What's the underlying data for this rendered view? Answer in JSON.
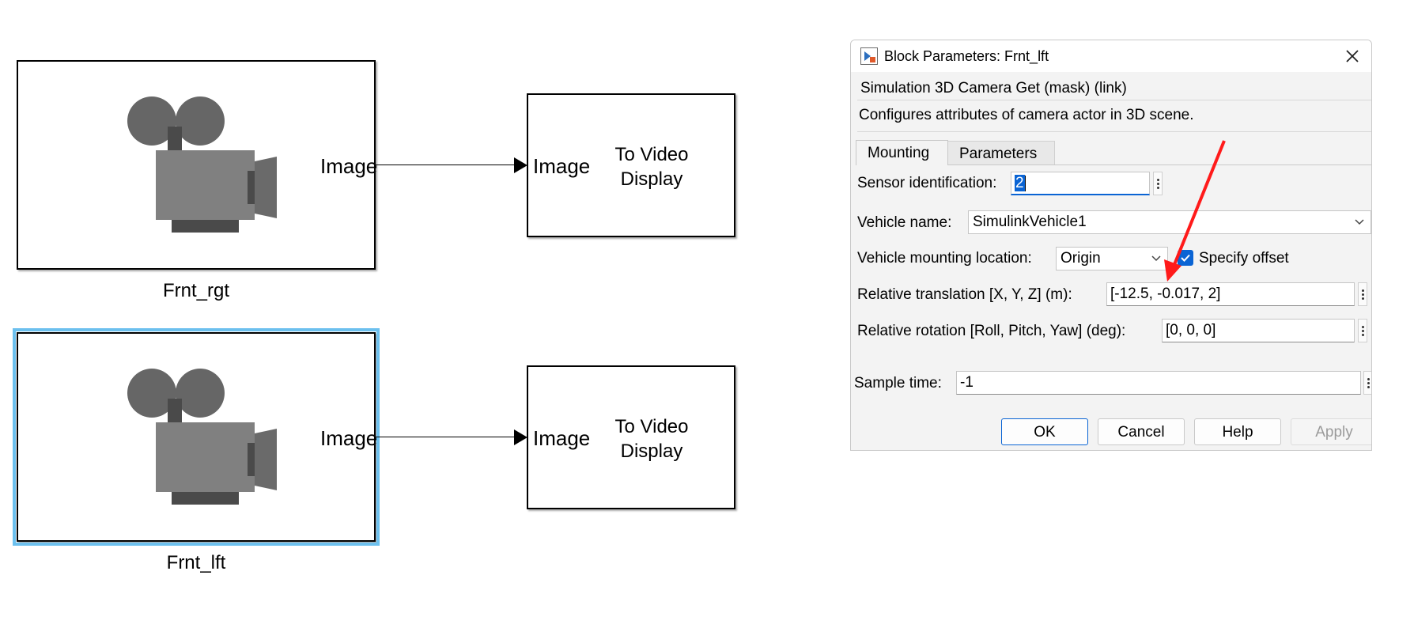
{
  "diagram": {
    "blocks": [
      {
        "name": "Frnt_rgt",
        "output_port": "Image",
        "selected": false
      },
      {
        "name": "Frnt_lft",
        "output_port": "Image",
        "selected": true
      }
    ],
    "displays": [
      {
        "input_port": "Image",
        "title_line1": "To Video",
        "title_line2": "Display"
      },
      {
        "input_port": "Image",
        "title_line1": "To Video",
        "title_line2": "Display"
      }
    ]
  },
  "dialog": {
    "title": "Block Parameters: Frnt_lft",
    "mask_type": "Simulation 3D Camera Get (mask) (link)",
    "description": "Configures attributes of camera actor in 3D scene.",
    "tabs": [
      {
        "label": "Mounting",
        "active": true
      },
      {
        "label": "Parameters",
        "active": false
      }
    ],
    "sensor_id": {
      "label": "Sensor identification:",
      "value": "2"
    },
    "vehicle_name": {
      "label": "Vehicle name:",
      "value": "SimulinkVehicle1"
    },
    "mounting_location": {
      "label": "Vehicle mounting location:",
      "value": "Origin"
    },
    "specify_offset": {
      "label": "Specify offset",
      "checked": true
    },
    "translation": {
      "label": "Relative translation [X, Y, Z] (m):",
      "value": "[-12.5, -0.017, 2]"
    },
    "rotation": {
      "label": "Relative rotation [Roll, Pitch, Yaw] (deg):",
      "value": "[0, 0, 0]"
    },
    "sample_time": {
      "label": "Sample time:",
      "value": "-1"
    },
    "buttons": {
      "ok": "OK",
      "cancel": "Cancel",
      "help": "Help",
      "apply": "Apply"
    }
  },
  "colors": {
    "selection_outline": "#6cc0ee",
    "accent": "#0a64d4",
    "annotation_arrow": "#ff1a1a",
    "camera_light": "#808080",
    "camera_dark": "#4a4a4a"
  }
}
